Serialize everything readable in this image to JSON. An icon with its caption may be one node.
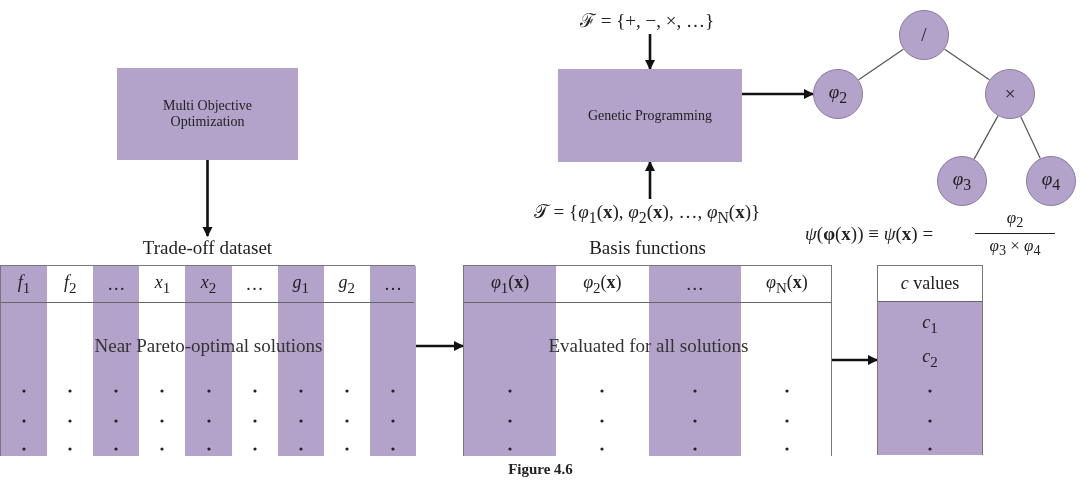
{
  "diagram": {
    "caption": "Figure 4.6",
    "nodes": [
      {
        "text": [
          "Multi Objective Optimization"
        ]
      },
      {
        "text": [
          "Trade-off dataset",
          "Near Pareto-optimal solutions"
        ]
      },
      {
        "text": [
          "ℱ = {+, −, ×, …}"
        ]
      },
      {
        "text": [
          "Genetic Programming"
        ]
      },
      {
        "text": [
          "𝒯 = {*φ*$_{1}$(**x**), *φ*$_{2}$(**x**), …, *φ*$_{N}$(**x**)}"
        ]
      },
      {
        "text": [
          "Basis functions",
          "Evaluated for all solutions"
        ]
      },
      {
        "text": [
          "/"
        ]
      },
      {
        "text": [
          "*φ*$_{2}$"
        ]
      },
      {
        "text": [
          "×"
        ]
      },
      {
        "text": [
          "*φ*$_{3}$"
        ]
      },
      {
        "text": [
          "*φ*$_{4}$"
        ]
      },
      {
        "text": [
          "*c* values"
        ]
      }
    ],
    "edges": [
      {
        "from": 0,
        "to": 1,
        "arrow": "to"
      },
      {
        "from": 2,
        "to": 3,
        "arrow": "to"
      },
      {
        "from": 4,
        "to": 3,
        "arrow": "to"
      },
      {
        "from": 3,
        "to": 7,
        "arrow": "to"
      },
      {
        "from": 1,
        "to": 5,
        "arrow": "to"
      },
      {
        "from": 5,
        "to": 11,
        "arrow": "to"
      },
      {
        "from": 6,
        "to": 7,
        "arrow": "none",
        "color": "#555555"
      },
      {
        "from": 6,
        "to": 8,
        "arrow": "none",
        "color": "#555555"
      },
      {
        "from": 8,
        "to": 9,
        "arrow": "none",
        "color": "#555555"
      },
      {
        "from": 8,
        "to": 10,
        "arrow": "none",
        "color": "#555555"
      }
    ],
    "labels": [
      "*ψ*(**φ**(**x**)) ≡ *ψ*(**x**) =",
      "*φ*$_{2}$",
      "*φ*$_{3}$ × *φ*$_{4}$",
      "*f*$_{1}$",
      "*f*$_{2}$",
      "…",
      "*x*$_{1}$",
      "*x*$_{2}$",
      "…",
      "*g*$_{1}$",
      "*g*$_{2}$",
      "…",
      "*φ*$_{1}$(**x**)",
      "*φ*$_{2}$(**x**)",
      "…",
      "*φ*$_{N}$(**x**)",
      "*c*$_{1}$",
      "*c*$_{2}$"
    ]
  }
}
